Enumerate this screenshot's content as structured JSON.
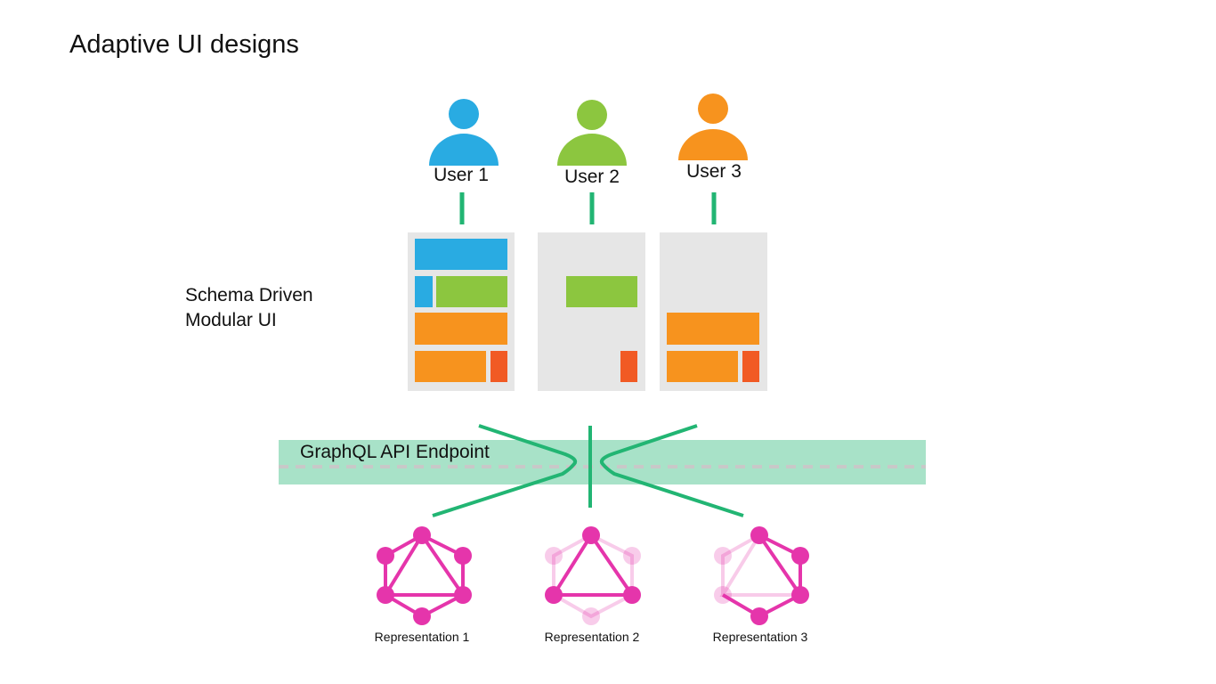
{
  "title": "Adaptive UI designs",
  "schema_label": {
    "line1": "Schema Driven",
    "line2": "Modular UI"
  },
  "api_label": "GraphQL API Endpoint",
  "users": [
    {
      "label": "User 1",
      "color": "#29abe2"
    },
    {
      "label": "User 2",
      "color": "#8cc63f"
    },
    {
      "label": "User 3",
      "color": "#f7931e"
    }
  ],
  "representations": [
    {
      "label": "Representation 1"
    },
    {
      "label": "Representation 2"
    },
    {
      "label": "Representation 3"
    }
  ],
  "colors": {
    "blue": "#29abe2",
    "green": "#8cc63f",
    "orange": "#f7931e",
    "red": "#f15a24",
    "panel": "#e6e6e6",
    "connector": "#22b573",
    "api_band": "#a8e2c8",
    "graphql": "#e535ab"
  }
}
